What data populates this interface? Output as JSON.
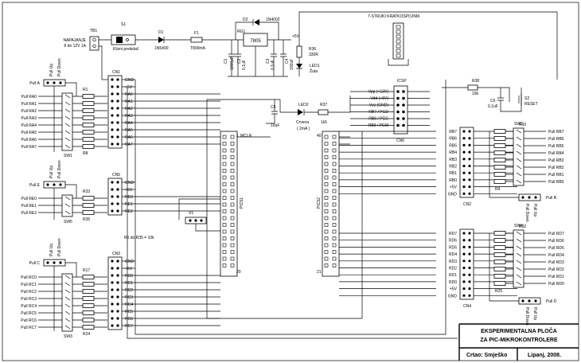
{
  "power": {
    "tb1": "TB1",
    "supply_label_1": "NAPAJANJE",
    "supply_label_2": "8 do 12V 1A",
    "s1": "S1",
    "s1_desc": "Klizni prekidač",
    "d1": "D1",
    "d1_part": "1N5400",
    "f1": "F1",
    "f1_val": "T800mA",
    "d2": "D2",
    "d2_part": "1N4002",
    "reg": "7805",
    "reg_ref": "RG1",
    "c1": "C1",
    "c1_val": "1000μF",
    "c2": "C2",
    "c2_val": "0,1uF",
    "c3": "C3",
    "c3_val": "0,1uF",
    "c4": "C4",
    "c4_val": "100uF",
    "vcc": "+5V",
    "r36": "R36",
    "r36_val": "330R",
    "led1": "LED1",
    "led1_color": "Žuta"
  },
  "seg_header": "7-STRUKI KRATKOSPOJNIK",
  "reset": {
    "r38": "R38",
    "r38_val": "10k",
    "c6": "C6",
    "c6_val": "0,1uF",
    "s2": "S2",
    "s2_label": "RESET"
  },
  "icsp": {
    "title": "ICSP",
    "cn6": "CN6",
    "pins": [
      "Vpp (+13V)",
      "Vdd (+5V)",
      "Vss (GND)",
      "RB7 / PGD",
      "RB6 / PGC",
      "RB3 / PGM"
    ]
  },
  "c5": {
    "ref": "C5",
    "val": "10uF"
  },
  "led2": {
    "ref": "LED2",
    "color": "Crvena",
    "current": "( 2mA )"
  },
  "r37": {
    "ref": "R37",
    "val": "1k5"
  },
  "pic1": {
    "name": "PIC51",
    "pin1": "1",
    "mclr": "MCLR",
    "pin20": "20"
  },
  "pic2": {
    "name": "PIC52",
    "pin40": "40",
    "pin21": "21"
  },
  "x1": "X1",
  "rnote": "R1 do R35 = 10k",
  "porta": {
    "pull": "Pull A",
    "pull_up": "Pull Up",
    "pull_down": "Pull Down",
    "cn": "CN1",
    "sw": "SW1",
    "r_top": "R1",
    "r_bot": "R8",
    "left": [
      "Pull RA0",
      "Pull RA1",
      "Pull RA2",
      "Pull RA3",
      "Pull RA4",
      "Pull RA5",
      "Pull RA6",
      "Pull RA7"
    ],
    "cn_pins": [
      "GND",
      "+5V",
      "RA0",
      "RA1",
      "RA2",
      "RA3",
      "RA4",
      "RA5",
      "RA6",
      "RA7"
    ]
  },
  "porte": {
    "pull": "Pull E",
    "pull_up": "Pull Up",
    "pull_down": "Pull Down",
    "cn": "CN5",
    "sw": "SW5",
    "r_top": "R33",
    "r_bot": "R35",
    "left": [
      "Pull RE0",
      "Pull RE1",
      "Pull RE2"
    ],
    "cn_pins": [
      "GND",
      "+5V",
      "RE0",
      "RE1",
      "RE2"
    ]
  },
  "portc": {
    "pull": "Pull C",
    "pull_up": "Pull Up",
    "pull_down": "Pull Down",
    "cn": "CN3",
    "sw": "SW3",
    "r_top": "R17",
    "r_bot": "R24",
    "left": [
      "Pull RC0",
      "Pull RC1",
      "Pull RC2",
      "Pull RC3",
      "Pull RC4",
      "Pull RC5",
      "Pull RC6",
      "Pull RC7"
    ],
    "cn_pins": [
      "GND",
      "+5V",
      "RC0",
      "RC1",
      "RC2",
      "RC3",
      "RC4",
      "RC5",
      "RC6",
      "RC7"
    ]
  },
  "portb": {
    "pull": "Pull B",
    "pull_up": "Pull Up",
    "pull_down": "Pull Down",
    "cn": "CN2",
    "sw": "SW2",
    "r_top": "R10",
    "r_bot": "R9",
    "right": [
      "Pull RB7",
      "Pull RB6",
      "Pull RB5",
      "Pull RB4",
      "Pull RB3",
      "Pull RB2",
      "Pull RB1",
      "Pull RB0"
    ],
    "cn_pins": [
      "RB7",
      "RB6",
      "RB5",
      "RB4",
      "RB3",
      "RB2",
      "RB1",
      "RB0",
      "+5V",
      "GND"
    ]
  },
  "portd": {
    "pull": "Pull D",
    "pull_up": "Pull Up",
    "pull_down": "Pull Down",
    "cn": "CN4",
    "sw": "SW4",
    "r_top": "R32",
    "r_bot": "R25",
    "right": [
      "Pull RD7",
      "Pull RD6",
      "Pull RD5",
      "Pull RD4",
      "Pull RD3",
      "Pull RD2",
      "Pull RD1",
      "Pull RD0"
    ],
    "cn_pins": [
      "RD7",
      "RD6",
      "RD5",
      "RD4",
      "RD3",
      "RD2",
      "RD1",
      "RD0",
      "+5V",
      "GND"
    ]
  },
  "titleblock": {
    "line1": "EKSPERIMENTALNA PLOČA",
    "line2": "ZA PIC-MIKROKONTROLERE",
    "author": "Crtao: Smješko",
    "date": "Lipanj, 2008."
  }
}
